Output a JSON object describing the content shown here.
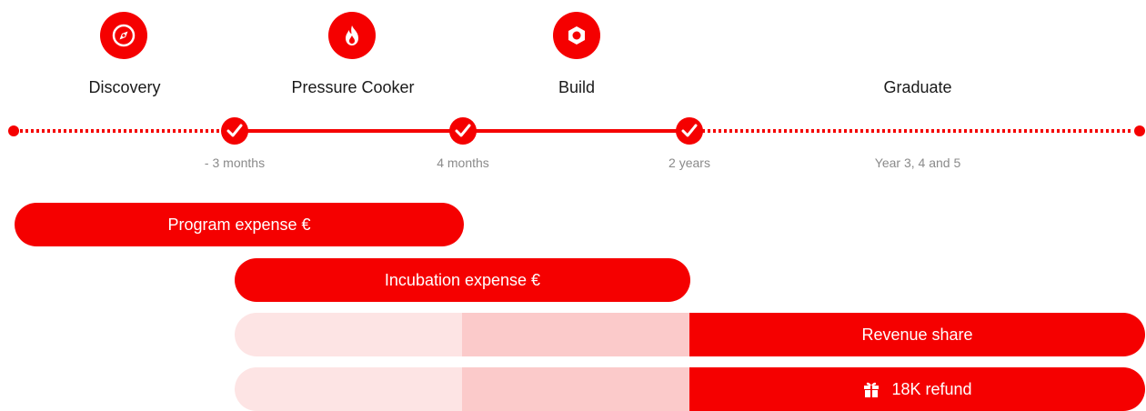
{
  "colors": {
    "accent": "#f50000",
    "light_pink": "#fde4e4",
    "mid_pink": "#fbcaca"
  },
  "phases": [
    {
      "label": "Discovery",
      "icon": "compass-icon"
    },
    {
      "label": "Pressure Cooker",
      "icon": "fire-icon"
    },
    {
      "label": "Build",
      "icon": "hexagon-nut-icon"
    },
    {
      "label": "Graduate",
      "icon": ""
    }
  ],
  "timeline": {
    "milestones": [
      {
        "label": "- 3 months",
        "icon": "check-icon"
      },
      {
        "label": "4 months",
        "icon": "check-icon"
      },
      {
        "label": "2 years",
        "icon": "check-icon"
      }
    ],
    "end_label": "Year 3, 4 and 5"
  },
  "bars": {
    "program_expense": "Program expense €",
    "incubation_expense": "Incubation expense €",
    "revenue_share": "Revenue share",
    "refund": {
      "label": "18K refund",
      "icon": "gift-icon"
    }
  }
}
